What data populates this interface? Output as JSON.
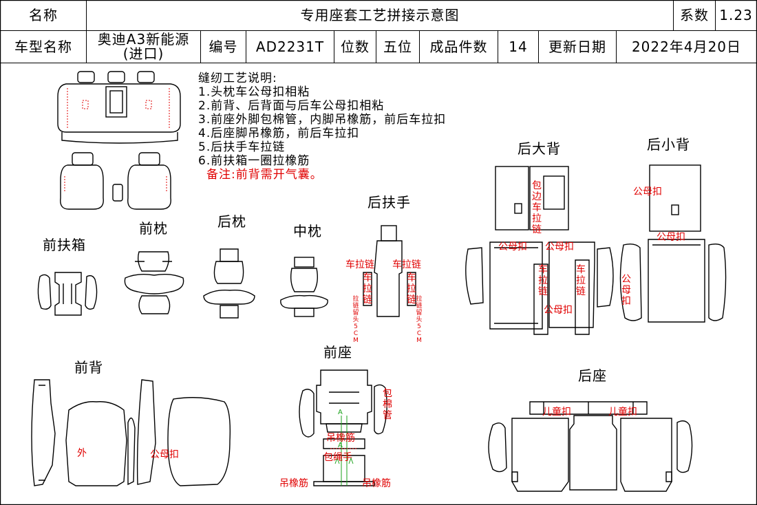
{
  "header": {
    "name_label": "名称",
    "title": "专用座套工艺拼接示意图",
    "coef_label": "系数",
    "coef_value": "1.23",
    "model_label": "车型名称",
    "model_value": "奥迪A3新能源(进口)",
    "code_label": "编号",
    "code_value": "AD2231T",
    "seats_label": "位数",
    "seats_value": "五位",
    "pieces_label": "成品件数",
    "pieces_value": "14",
    "date_label": "更新日期",
    "date_value": "2022年4月20日"
  },
  "notes": {
    "heading": "缝纫工艺说明:",
    "items": [
      "1.头枕车公母扣相粘",
      "2.前背、后背面与后车公母扣相粘",
      "3.前座外脚包棉管，内脚吊橡筋，前后车拉扣",
      "4.后座脚吊橡筋，前后车拉扣",
      "5.后扶手车拉链",
      "6.前扶箱一圈拉橡筋"
    ],
    "remark": "备注:前背需开气囊。"
  },
  "sections": {
    "front_armrest_box": "前扶箱",
    "front_headrest": "前枕",
    "rear_headrest": "后枕",
    "middle_headrest": "中枕",
    "rear_armrest": "后扶手",
    "rear_big_back": "后大背",
    "rear_small_back": "后小背",
    "front_back": "前背",
    "front_seat": "前座",
    "rear_seat": "后座"
  },
  "annotations": {
    "zip_sew": "车拉链",
    "zip_v": "车拉链",
    "zip_leave": "拉链留头5CM",
    "edge_zip": "包边车拉链",
    "snap": "公母扣",
    "snap_v": "公母扣",
    "outer": "外",
    "foam_tube": "包棉管",
    "elastic": "吊橡筋",
    "wrap_edge": "包绳手",
    "child_seat": "儿童扣",
    "mark_a": "A"
  }
}
